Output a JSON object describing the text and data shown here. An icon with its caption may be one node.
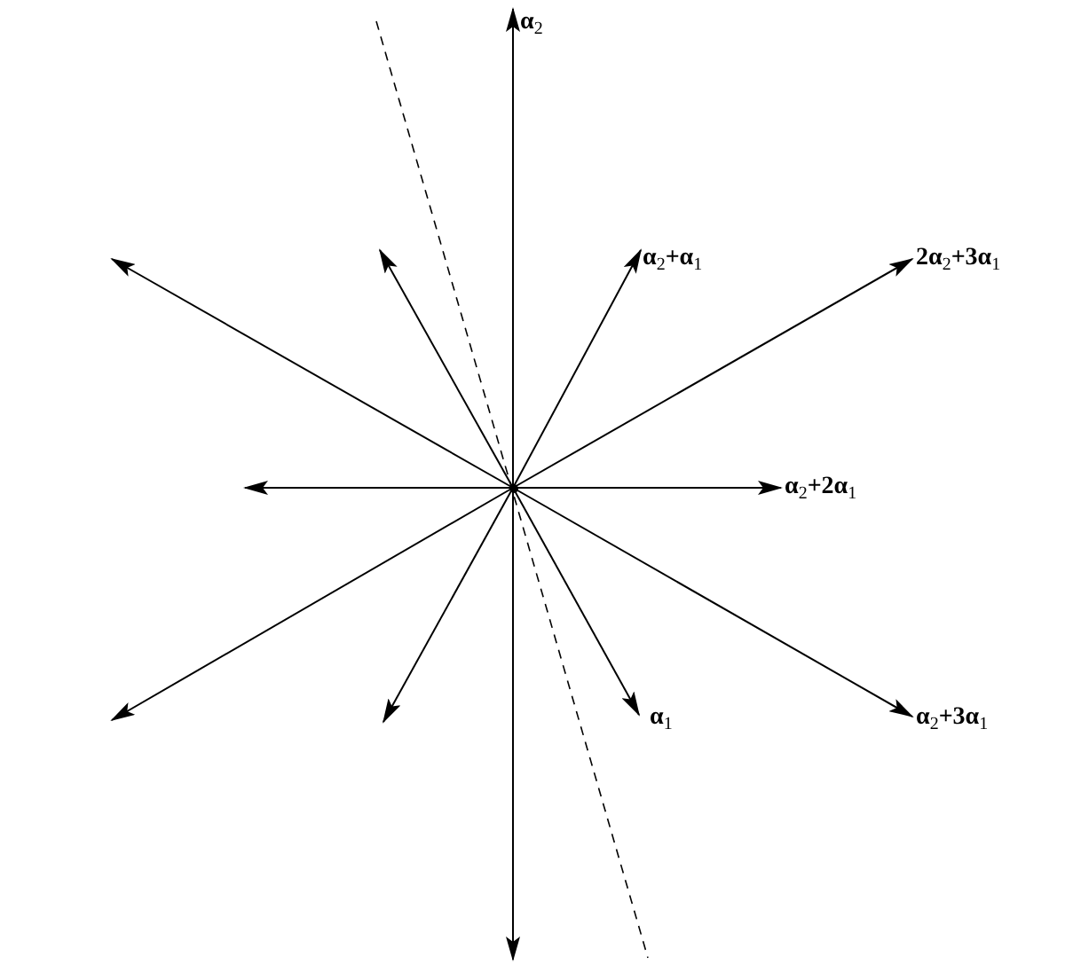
{
  "diagram": {
    "nodes": [
      {
        "text": [],
        "shape": "circle"
      },
      {
        "text": [
          "α$_{2}$"
        ]
      },
      {
        "text": [
          "α$_{2}$+α$_{1}$"
        ]
      },
      {
        "text": [
          "2α$_{2}$+3α$_{1}$"
        ]
      },
      {
        "text": [
          "α$_{2}$+2α$_{1}$"
        ]
      },
      {
        "text": [
          "α$_{1}$"
        ]
      },
      {
        "text": [
          "α$_{2}$+3α$_{1}$"
        ]
      }
    ],
    "edges": [
      {
        "from": 0,
        "to": 1,
        "arrow": "to"
      },
      {
        "from": 0,
        "to": 2,
        "arrow": "to"
      },
      {
        "from": 0,
        "to": 3,
        "arrow": "to"
      },
      {
        "from": 0,
        "to": 4,
        "arrow": "to"
      },
      {
        "from": 0,
        "to": 5,
        "arrow": "to"
      },
      {
        "from": 0,
        "to": 6,
        "arrow": "to"
      },
      {
        "from": 0,
        "to": null,
        "arrow": "to"
      },
      {
        "from": 0,
        "to": null,
        "arrow": "to"
      },
      {
        "from": 0,
        "to": null,
        "arrow": "to"
      },
      {
        "from": 0,
        "to": null,
        "arrow": "to"
      },
      {
        "from": 0,
        "to": null,
        "arrow": "to"
      },
      {
        "from": 0,
        "to": null,
        "arrow": "to"
      }
    ]
  }
}
